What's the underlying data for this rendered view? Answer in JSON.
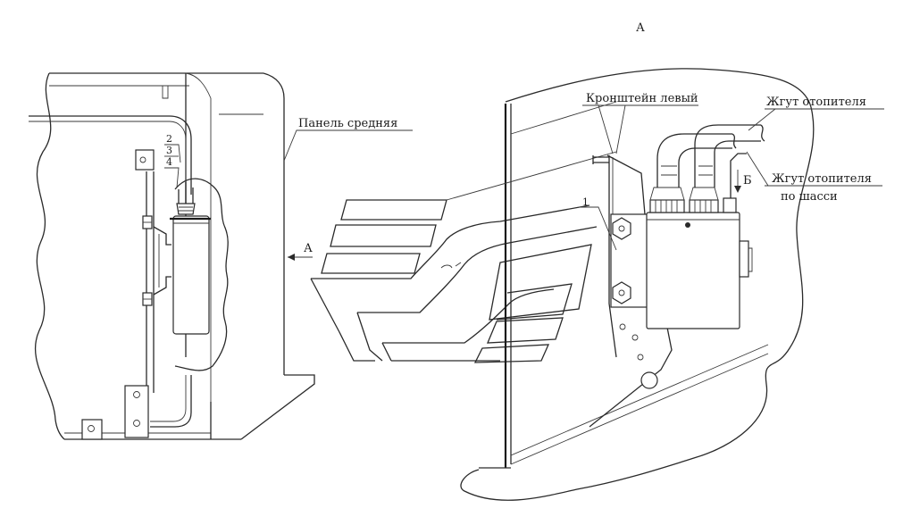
{
  "labels": {
    "view_title": "А",
    "panel_middle": "Панель средняя",
    "view_arrow": "А",
    "bracket_left": "Кронштейн левый",
    "heater_harness": "Жгут отопителя",
    "heater_harness_chassis_line1": "Жгут отопителя",
    "heater_harness_chassis_line2": "по шасси",
    "view_b": "Б",
    "callout_1": "1",
    "callout_2": "2",
    "callout_3": "3",
    "callout_4": "4"
  }
}
